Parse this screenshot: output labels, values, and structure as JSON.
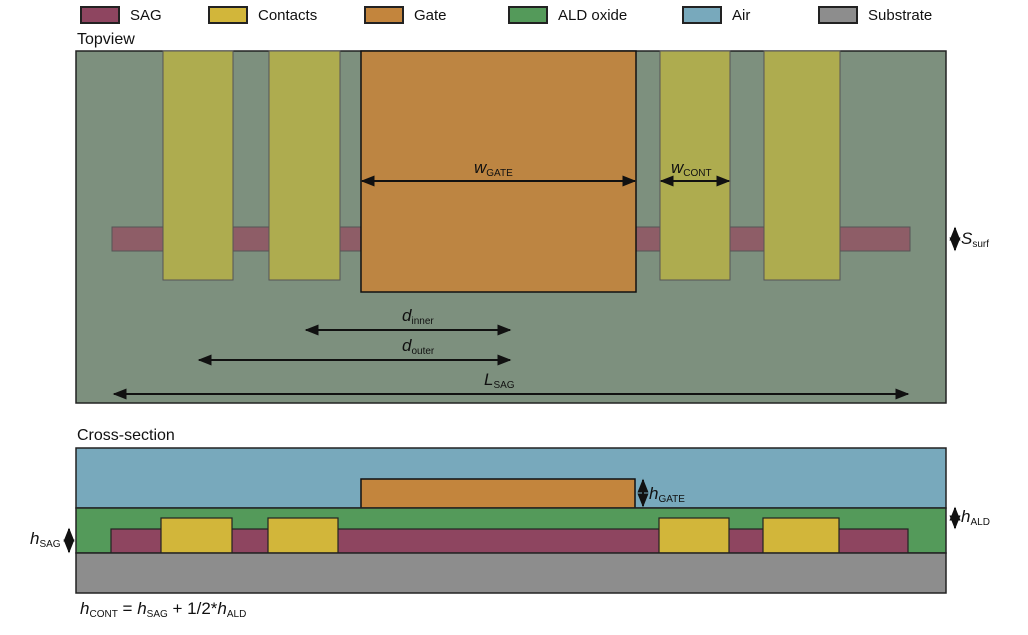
{
  "legend": [
    {
      "key": "sag",
      "label": "SAG",
      "color": "#8e4560"
    },
    {
      "key": "contacts",
      "label": "Contacts",
      "color": "#d2b63a"
    },
    {
      "key": "gate",
      "label": "Gate",
      "color": "#c3853d"
    },
    {
      "key": "ald",
      "label": "ALD oxide",
      "color": "#549a5a"
    },
    {
      "key": "air",
      "label": "Air",
      "color": "#78a9bc"
    },
    {
      "key": "substrate",
      "label": "Substrate",
      "color": "#8d8d8d"
    }
  ],
  "titles": {
    "topview": "Topview",
    "cross_section": "Cross-section"
  },
  "labels": {
    "w_gate": {
      "sym": "w",
      "sub": "GATE"
    },
    "w_cont": {
      "sym": "w",
      "sub": "CONT"
    },
    "s_surf": {
      "sym": "S",
      "sub": "surf"
    },
    "d_inner": {
      "sym": "d",
      "sub": "inner"
    },
    "d_outer": {
      "sym": "d",
      "sub": "outer"
    },
    "l_sag": {
      "sym": "L",
      "sub": "SAG"
    },
    "h_gate": {
      "sym": "h",
      "sub": "GATE"
    },
    "h_ald": {
      "sym": "h",
      "sub": "ALD"
    },
    "h_sag": {
      "sym": "h",
      "sub": "SAG"
    }
  },
  "formula": {
    "lhs_sym": "h",
    "lhs_sub": "CONT",
    "eq": " = ",
    "t1_sym": "h",
    "t1_sub": "SAG",
    "plus": " + 1/2*",
    "t2_sym": "h",
    "t2_sub": "ALD"
  }
}
